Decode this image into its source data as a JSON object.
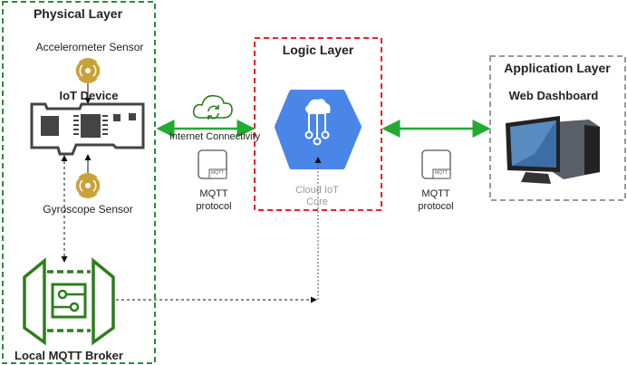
{
  "layers": {
    "physical": {
      "title": "Physical Layer",
      "color": "#2e8b3e"
    },
    "logic": {
      "title": "Logic Layer",
      "color": "#e8222a"
    },
    "application": {
      "title": "Application Layer",
      "color": "#999999"
    }
  },
  "nodes": {
    "accelerometer": "Accelerometer Sensor",
    "iot_device": "IoT Device",
    "gyroscope": "Gyroscope Sensor",
    "broker": "Local MQTT Broker",
    "cloud_iot_core": [
      "Cloud IoT",
      "Core"
    ],
    "web_dashboard": "Web Dashboard"
  },
  "edges": {
    "internet": "Internet Connectivity",
    "mqtt_left": [
      "MQTT",
      "protocol"
    ],
    "mqtt_right": [
      "MQTT",
      "protocol"
    ],
    "mqtt_badge": "MQTT"
  },
  "colors": {
    "arrow": "#22aa33",
    "sensor": "#c9a23a",
    "cloud": "#4a86e8",
    "broker": "#2e7d1e"
  }
}
